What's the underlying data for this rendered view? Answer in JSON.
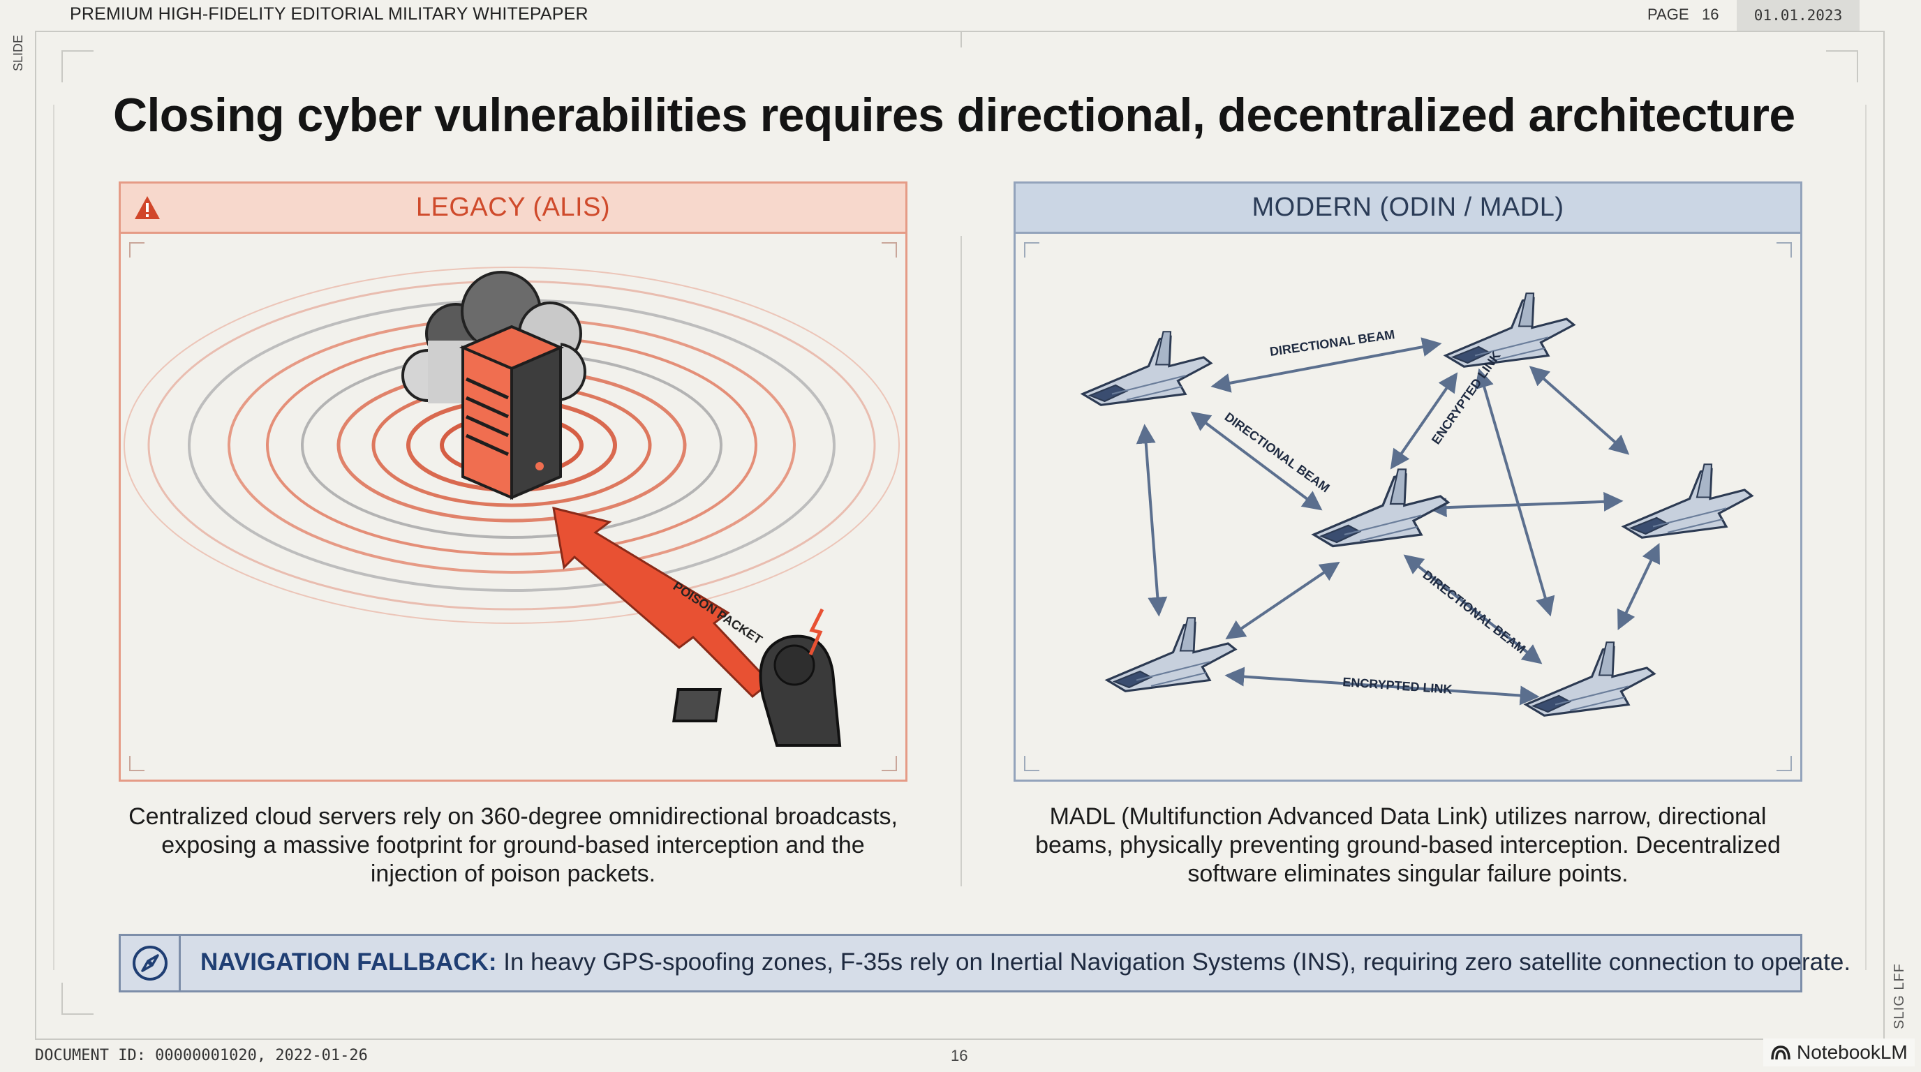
{
  "header": {
    "title": "PREMIUM HIGH-FIDELITY EDITORIAL MILITARY WHITEPAPER",
    "page_label": "PAGE",
    "page_number": "16",
    "date": "01.01.2023",
    "side_label": "SLIDE"
  },
  "main_title": "Closing cyber vulnerabilities requires directional, decentralized architecture",
  "legacy": {
    "heading": "LEGACY (ALIS)",
    "illustration_label": "POISON PACKET",
    "description": "Centralized cloud servers rely on 360-degree omnidirectional broadcasts, exposing a massive footprint for ground-based interception and the injection of poison packets."
  },
  "modern": {
    "heading": "MODERN (ODIN / MADL)",
    "link_labels": {
      "beam_top": "DIRECTIONAL BEAM",
      "beam_left": "DIRECTIONAL BEAM",
      "link_upper": "ENCRYPTED LINK",
      "beam_lower": "DIRECTIONAL BEAM",
      "link_bottom": "ENCRYPTED LINK"
    },
    "description": "MADL (Multifunction Advanced Data Link) utilizes narrow, directional beams, physically preventing ground-based interception. Decentralized software eliminates singular failure points."
  },
  "callout": {
    "label": "NAVIGATION FALLBACK:",
    "text": " In heavy GPS-spoofing zones, F-35s rely on Inertial Navigation Systems (INS), requiring zero satellite connection to operate."
  },
  "footer": {
    "document_id": "DOCUMENT ID: 00000001020, 2022-01-26",
    "page_number": "16",
    "brand": "NotebookLM",
    "side_mark": "SLIG LFF"
  },
  "icons": {
    "warning": "warning-triangle-icon",
    "compass": "compass-icon",
    "brand": "notebooklm-logo-icon"
  },
  "colors": {
    "legacy_accent": "#cf4a2b",
    "legacy_fill": "#f7d8cc",
    "modern_accent": "#2b3c57",
    "modern_fill": "#cbd6e4",
    "callout_label": "#1f3e73"
  }
}
